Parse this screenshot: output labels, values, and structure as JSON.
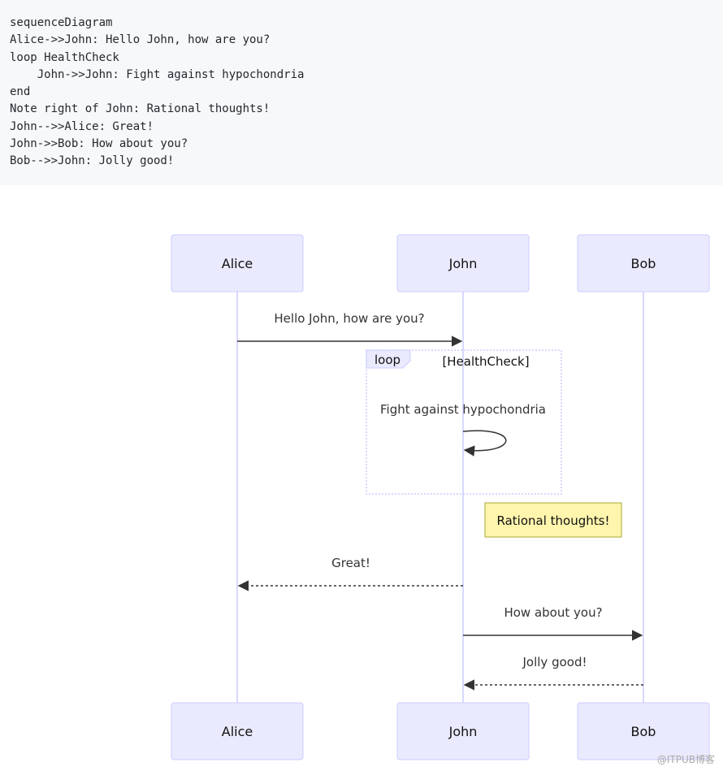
{
  "code": {
    "lines": [
      "sequenceDiagram",
      "Alice->>John: Hello John, how are you?",
      "loop HealthCheck",
      "    John->>John: Fight against hypochondria",
      "end",
      "Note right of John: Rational thoughts!",
      "John-->>Alice: Great!",
      "John->>Bob: How about you?",
      "Bob-->>John: Jolly good!"
    ]
  },
  "diagram": {
    "actors": [
      "Alice",
      "John",
      "Bob"
    ],
    "messages": [
      {
        "from": "Alice",
        "to": "John",
        "text": "Hello John, how are you?",
        "style": "solid"
      },
      {
        "from": "John",
        "to": "John",
        "text": "Fight against hypochondria",
        "style": "solid"
      },
      {
        "from": "John",
        "to": "Alice",
        "text": "Great!",
        "style": "dashed"
      },
      {
        "from": "John",
        "to": "Bob",
        "text": "How about you?",
        "style": "solid"
      },
      {
        "from": "Bob",
        "to": "John",
        "text": "Jolly good!",
        "style": "dashed"
      }
    ],
    "loop": {
      "keyword": "loop",
      "label": "[HealthCheck]"
    },
    "note": {
      "text": "Rational thoughts!",
      "position": "right of John"
    },
    "colors": {
      "actor_fill": "#eaeaff",
      "actor_stroke": "#ccccff",
      "lifeline": "#ccccff",
      "arrow": "#333333",
      "note_fill": "#fff5ad",
      "note_stroke": "#aaaa33"
    }
  },
  "watermark": "@ITPUB博客"
}
